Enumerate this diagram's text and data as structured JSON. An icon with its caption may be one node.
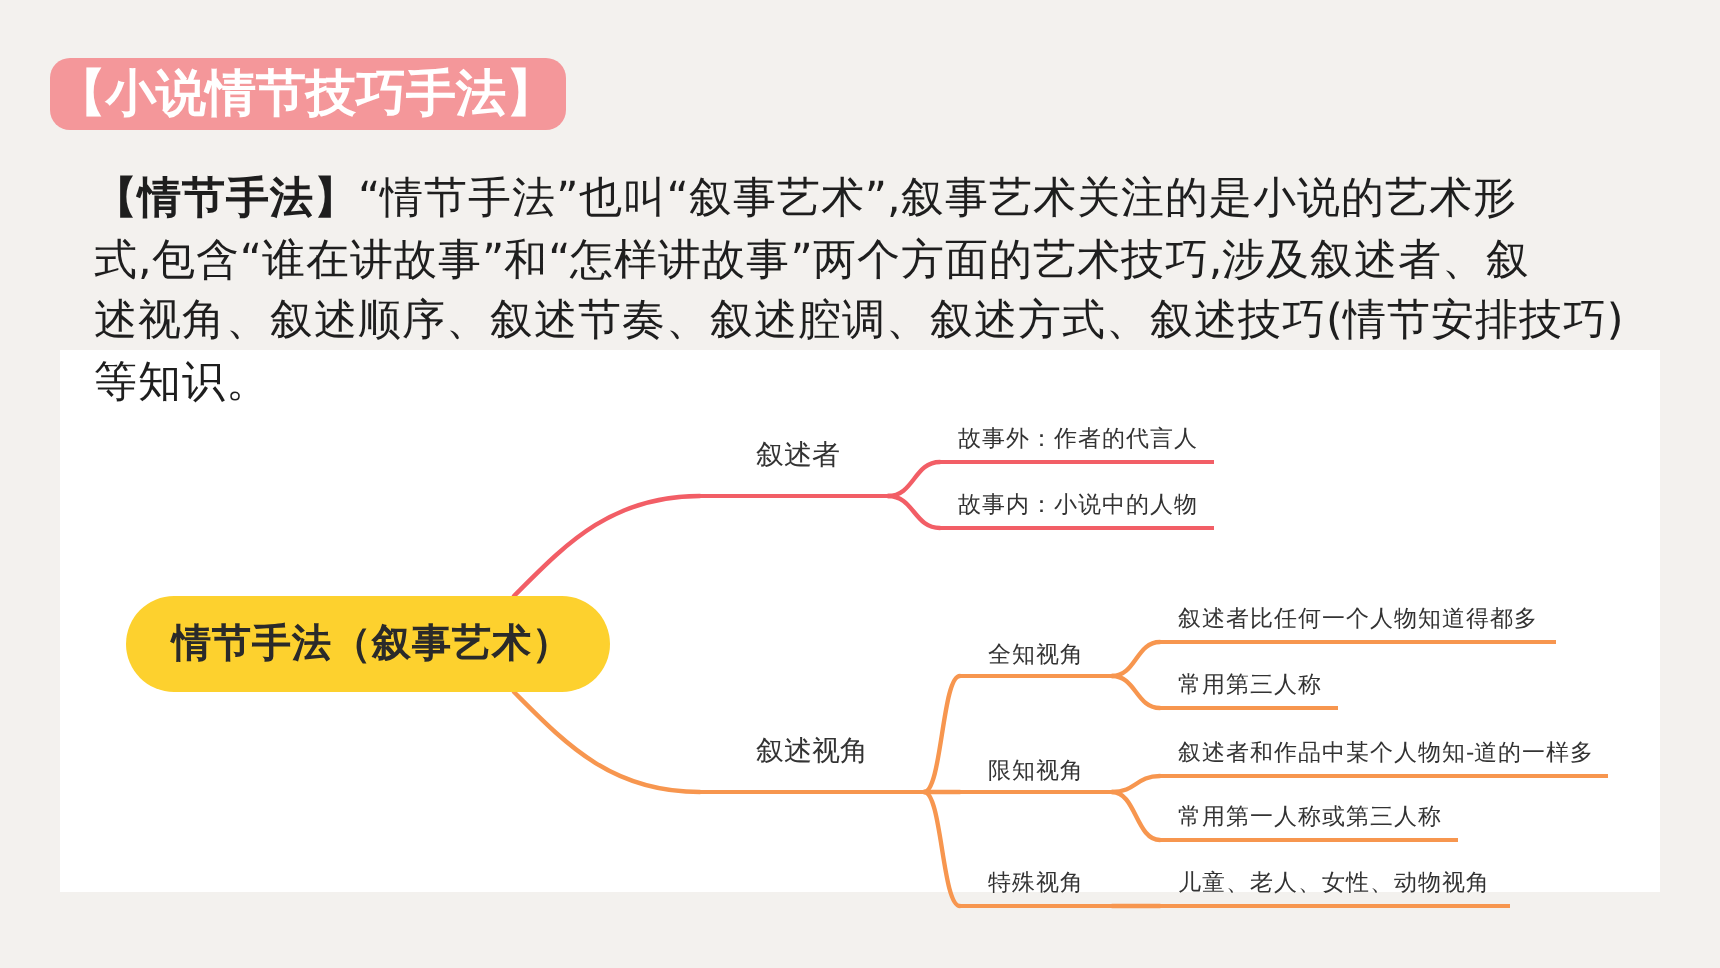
{
  "diagram": {
    "title": "【小说情节技巧手法】",
    "nodes": [
      {
        "text": [
          "情节手法（叙事艺术）"
        ]
      },
      {
        "text": [
          "叙述者"
        ]
      },
      {
        "text": [
          "故事外：作者的代言人"
        ]
      },
      {
        "text": [
          "故事内：小说中的人物"
        ]
      },
      {
        "text": [
          "叙述视角"
        ]
      },
      {
        "text": [
          "全知视角"
        ]
      },
      {
        "text": [
          "叙述者比任何一个人物知道得都多"
        ]
      },
      {
        "text": [
          "常用第三人称"
        ]
      },
      {
        "text": [
          "限知视角"
        ]
      },
      {
        "text": [
          "叙述者和作品中某个人物知-道的一样多"
        ]
      },
      {
        "text": [
          "常用第一人称或第三人称"
        ]
      },
      {
        "text": [
          "特殊视角"
        ]
      },
      {
        "text": [
          "儿童、老人、女性、动物视角"
        ]
      }
    ],
    "edges": [
      {
        "from": 0,
        "to": 1,
        "arrow": "none",
        "color": "#f25e66"
      },
      {
        "from": 1,
        "to": 2,
        "arrow": "none",
        "color": "#f25e66"
      },
      {
        "from": 1,
        "to": 3,
        "arrow": "none",
        "color": "#f25e66"
      },
      {
        "from": 0,
        "to": 4,
        "arrow": "none"
      },
      {
        "from": 4,
        "to": 5,
        "arrow": "none"
      },
      {
        "from": 5,
        "to": 6,
        "arrow": "none"
      },
      {
        "from": 5,
        "to": 7,
        "arrow": "none"
      },
      {
        "from": 4,
        "to": 8,
        "arrow": "none"
      },
      {
        "from": 8,
        "to": 9,
        "arrow": "none"
      },
      {
        "from": 8,
        "to": 10,
        "arrow": "none"
      },
      {
        "from": 4,
        "to": 11,
        "arrow": "none"
      },
      {
        "from": 11,
        "to": 12,
        "arrow": "none"
      }
    ],
    "labels": [
      "**【情节手法】**“情节手法”也叫“叙事艺术”,叙事艺术关注的是小说的艺术形式,包含“谁在讲故事”和“怎样讲故事”两个方面的艺术技巧,涉及叙述者、叙述视角、叙述顺序、叙述节奏、叙述腔调、叙述方式、叙述技巧(情节安排技巧)等知识。"
    ]
  }
}
